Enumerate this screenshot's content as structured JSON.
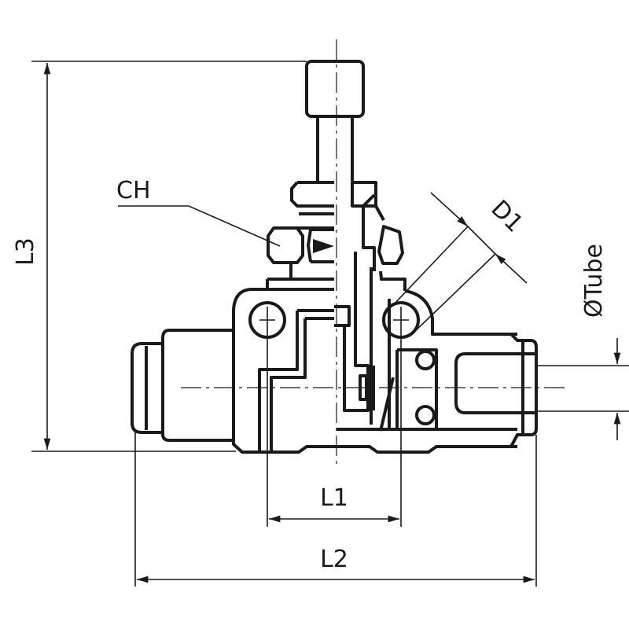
{
  "drawing": {
    "labels": {
      "ch": "CH",
      "d1": "D1",
      "l1": "L1",
      "l2": "L2",
      "l3": "L3",
      "tube": "ØTube"
    },
    "line_color": "#1a1a1a"
  }
}
